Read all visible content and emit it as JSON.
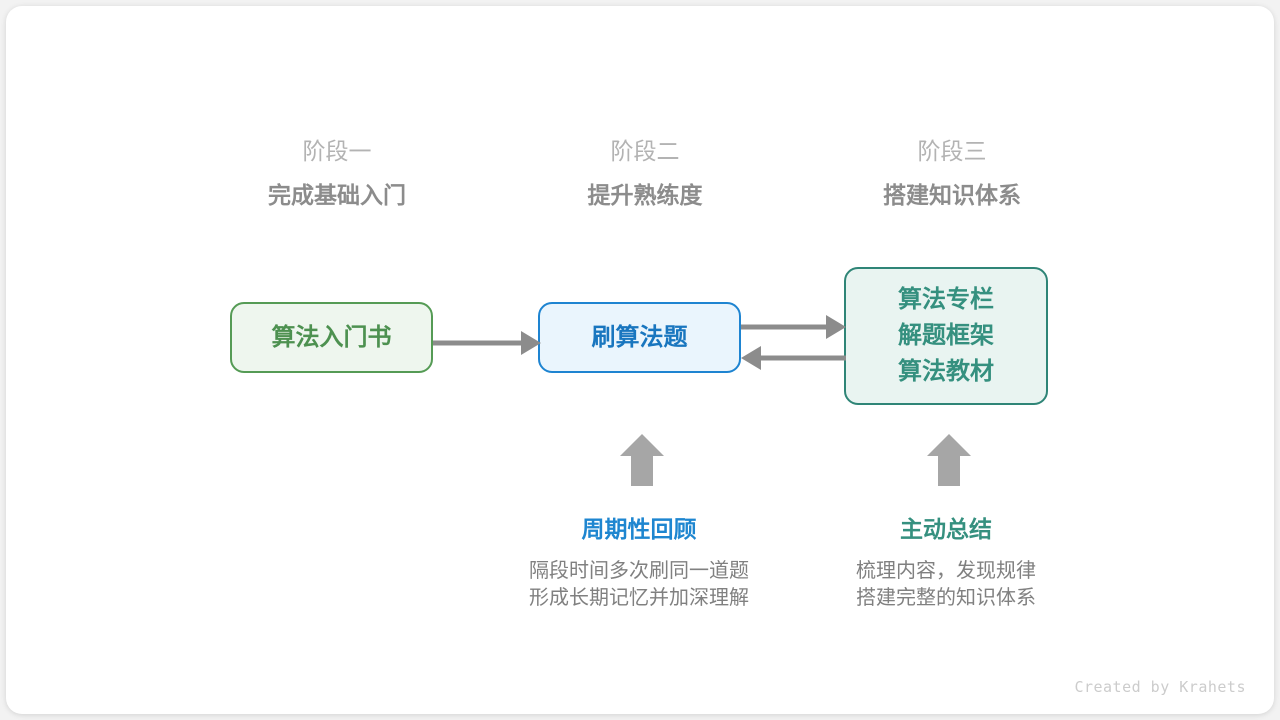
{
  "colors": {
    "background": "#f2f2f2",
    "card": "#ffffff",
    "green_border": "#559b55",
    "green_fill": "#eef6ee",
    "green_text": "#4d9150",
    "blue_border": "#1e84d1",
    "blue_fill": "#eaf5fd",
    "blue_text": "#1976bf",
    "teal_border": "#2f8577",
    "teal_fill": "#e9f4f1",
    "teal_text": "#35907f",
    "arrow_gray": "#8c8c8c",
    "label_gray": "#b3b3b3",
    "title_gray": "#8c8c8c",
    "body_gray": "#808080",
    "credit_gray": "#cccccc"
  },
  "stages": [
    {
      "label": "阶段一",
      "title": "完成基础入门"
    },
    {
      "label": "阶段二",
      "title": "提升熟练度"
    },
    {
      "label": "阶段三",
      "title": "搭建知识体系"
    }
  ],
  "nodes": [
    {
      "lines": [
        "算法入门书"
      ]
    },
    {
      "lines": [
        "刷算法题"
      ]
    },
    {
      "lines": [
        "算法专栏",
        "解题框架",
        "算法教材"
      ]
    }
  ],
  "connectors": [
    {
      "name": "book-to-practice",
      "direction": "right"
    },
    {
      "name": "practice-to-resources",
      "direction": "right"
    },
    {
      "name": "resources-to-practice",
      "direction": "left"
    },
    {
      "name": "review-up-arrow",
      "direction": "up"
    },
    {
      "name": "summary-up-arrow",
      "direction": "up"
    }
  ],
  "notes": [
    {
      "title": "周期性回顾",
      "body": [
        "隔段时间多次刷同一道题",
        "形成长期记忆并加深理解"
      ]
    },
    {
      "title": "主动总结",
      "body": [
        "梳理内容，发现规律",
        "搭建完整的知识体系"
      ]
    }
  ],
  "credit": "Created by Krahets"
}
